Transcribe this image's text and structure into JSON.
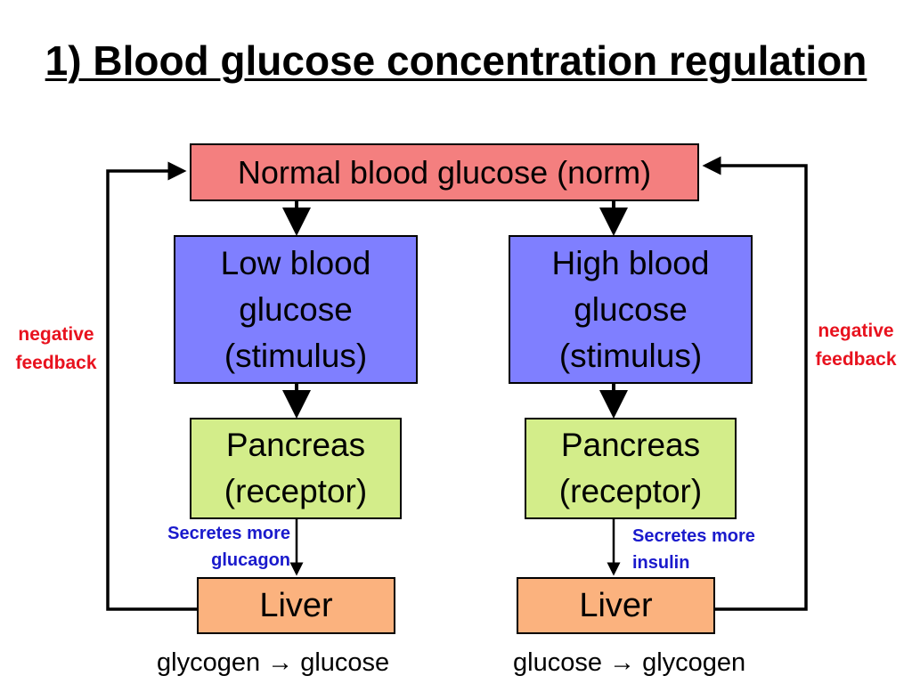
{
  "title": "1) Blood glucose concentration regulation",
  "norm": "Normal blood glucose (norm)",
  "left_branch": {
    "stimulus": [
      "Low blood",
      "glucose",
      "(stimulus)"
    ],
    "receptor": [
      "Pancreas",
      "(receptor)"
    ],
    "secretes": [
      "Secretes more",
      "glucagon"
    ],
    "effector": "Liver",
    "reaction": "glycogen → glucose",
    "feedback": [
      "negative",
      "feedback"
    ]
  },
  "right_branch": {
    "stimulus": [
      "High blood",
      "glucose",
      "(stimulus)"
    ],
    "receptor": [
      "Pancreas",
      "(receptor)"
    ],
    "secretes": [
      "Secretes more",
      "insulin"
    ],
    "effector": "Liver",
    "reaction": "glucose → glycogen",
    "feedback": [
      "negative",
      "feedback"
    ]
  },
  "colors": {
    "norm_box": "#f47f7f",
    "stimulus_box": "#7f7fff",
    "receptor_box": "#d3ed8a",
    "effector_box": "#fbb27e",
    "feedback_text": "#e8121e",
    "secretes_text": "#1a1acc"
  }
}
